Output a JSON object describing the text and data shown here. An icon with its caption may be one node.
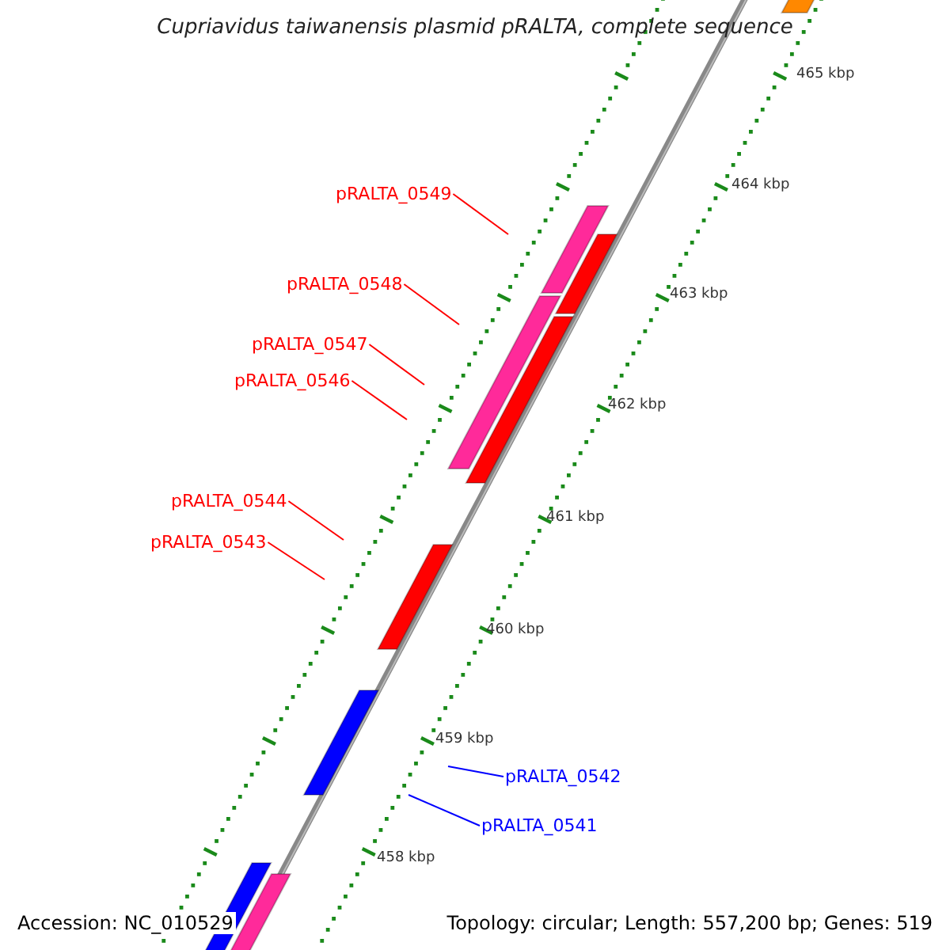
{
  "diagram": {
    "title": "Cupriavidus taiwanensis plasmid pRALTA, complete sequence",
    "nodes": [
      {
        "text": [
          "pRALTA_0549"
        ]
      },
      {
        "text": [
          "pRALTA_0548"
        ]
      },
      {
        "text": [
          "pRALTA_0547"
        ]
      },
      {
        "text": [
          "pRALTA_0546"
        ]
      },
      {
        "text": [
          "pRALTA_0544"
        ]
      },
      {
        "text": [
          "pRALTA_0543"
        ]
      },
      {
        "text": [
          "pRALTA_0542"
        ]
      },
      {
        "text": [
          "pRALTA_0541"
        ]
      }
    ],
    "edges": [
      {
        "from": 0,
        "to": null,
        "arrow": "none"
      },
      {
        "from": 1,
        "to": null,
        "arrow": "none"
      },
      {
        "from": 2,
        "to": null,
        "arrow": "none"
      },
      {
        "from": 3,
        "to": null,
        "arrow": "none"
      },
      {
        "from": 4,
        "to": null,
        "arrow": "none"
      },
      {
        "from": 5,
        "to": null,
        "arrow": "none"
      },
      {
        "from": 6,
        "to": null,
        "arrow": "none",
        "color": "#0000ff"
      },
      {
        "from": 7,
        "to": null,
        "arrow": "none",
        "color": "#0000ff"
      }
    ],
    "labels": [
      "465 kbp",
      "464 kbp",
      "463 kbp",
      "462 kbp",
      "461 kbp",
      "460 kbp",
      "459 kbp",
      "458 kbp",
      "Accession: NC_010529",
      "Topology: circular; Length: 557,200 bp; Genes: 519"
    ]
  }
}
